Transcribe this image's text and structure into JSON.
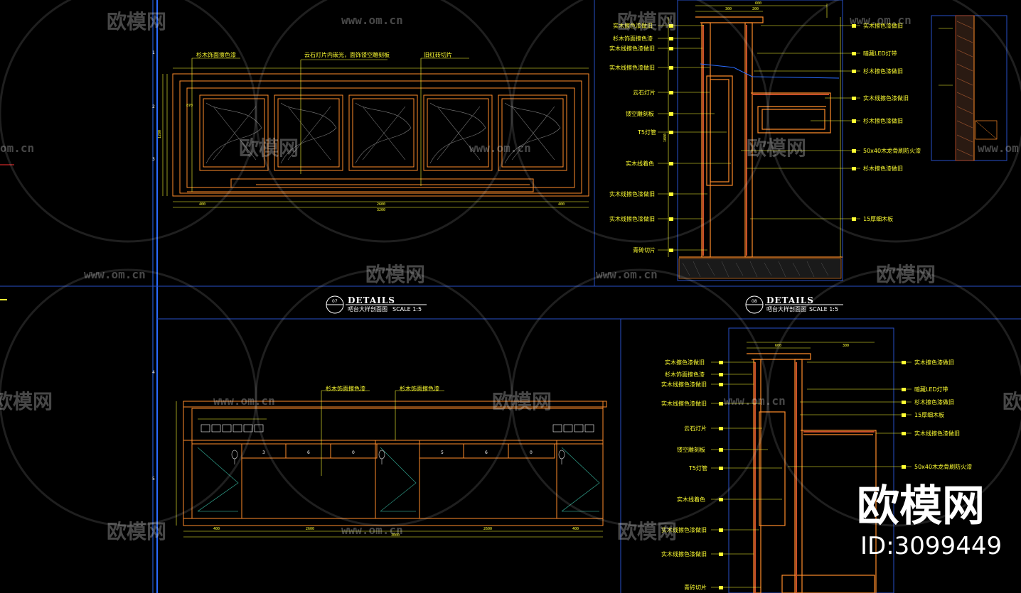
{
  "watermark": {
    "brand": "欧模网",
    "url": "www.om.cn",
    "url_partial": "om.cn",
    "id": "ID:3099449"
  },
  "colors": {
    "background": "#000000",
    "outline": "#ff8c2a",
    "frame": "#2850c8",
    "leader": "#ffff33",
    "axis_blue": "#2a6cff",
    "hatch": "#c94f2a",
    "text": "#ffffff"
  },
  "panels": {
    "p07": {
      "number": "07",
      "title": "DETAILS",
      "subtitle": "吧台大样剖面图",
      "scale": "SCALE  1:5",
      "labels": [
        "杉木饰面擦色漆",
        "云石灯片内嵌光，面饰镂空雕刻板",
        "旧红砖切片"
      ],
      "dims": [
        "400",
        "2600",
        "3200",
        "400",
        "1280",
        "870"
      ]
    },
    "p08": {
      "number": "08",
      "title": "DETAILS",
      "subtitle": "吧台大样剖面图",
      "scale": "SCALE  1:5",
      "left_labels": [
        "实木擦色漆做旧",
        "杉木饰面擦色漆",
        "实木线擦色漆做旧",
        "实木线擦色漆做旧",
        "云石灯片",
        "镂空雕刻板",
        "T5灯管",
        "实木线着色",
        "实木线擦色漆做旧",
        "实木线擦色漆做旧",
        "青砖切片"
      ],
      "right_labels": [
        "实木擦色漆做旧",
        "暗藏LED灯带",
        "杉木擦色漆做旧",
        "实木线擦色漆做旧",
        "杉木擦色漆做旧",
        "50x40木龙骨刷防火漆",
        "杉木擦色漆做旧",
        "15厚细木板"
      ],
      "dims": [
        "600",
        "300",
        "200",
        "1080"
      ]
    },
    "bottom_left": {
      "labels": [
        "杉木饰面擦色漆",
        "杉木饰面擦色漆"
      ],
      "dims": [
        "400",
        "2600",
        "3000",
        "2600",
        "400"
      ],
      "drawer_numbers": [
        "3",
        "6",
        "0",
        "5",
        "6",
        "0"
      ]
    },
    "bottom_right": {
      "left_labels": [
        "实木擦色漆做旧",
        "杉木饰面擦色漆",
        "实木线擦色漆做旧",
        "实木线擦色漆做旧",
        "云石灯片",
        "镂空雕刻板",
        "T5灯管",
        "实木线着色",
        "实木线擦色漆做旧",
        "实木线擦色漆做旧",
        "青砖切片"
      ],
      "right_labels": [
        "实木擦色漆做旧",
        "暗藏LED灯带",
        "杉木擦色漆做旧",
        "15厚细木板",
        "实木线擦色漆做旧",
        "50x40木龙骨刷防火漆"
      ],
      "dims": [
        "600",
        "300"
      ]
    }
  },
  "ruler_ticks": [
    "1",
    "2",
    "3",
    "4",
    "5"
  ]
}
